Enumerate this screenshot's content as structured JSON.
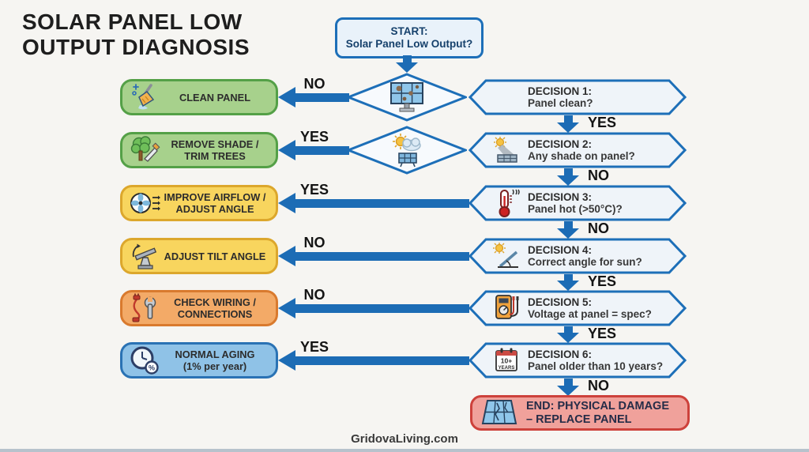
{
  "title": {
    "line1": "SOLAR PANEL LOW",
    "line2": "OUTPUT DIAGNOSIS"
  },
  "start": {
    "line1": "START:",
    "line2": "Solar Panel Low Output?"
  },
  "decisions": [
    {
      "label": "DECISION 1:",
      "question": "Panel clean?",
      "down_label": "YES",
      "icon": ""
    },
    {
      "label": "DECISION 2:",
      "question": "Any shade on panel?",
      "down_label": "NO",
      "icon": "sun-shading-panel-icon"
    },
    {
      "label": "DECISION 3:",
      "question": "Panel hot (>50°C)?",
      "down_label": "NO",
      "icon": "hot-thermometer-icon"
    },
    {
      "label": "DECISION 4:",
      "question": "Correct angle for sun?",
      "down_label": "YES",
      "icon": "sun-angle-icon"
    },
    {
      "label": "DECISION 5:",
      "question": "Voltage at panel = spec?",
      "down_label": "YES",
      "icon": "multimeter-icon"
    },
    {
      "label": "DECISION 6:",
      "question": "Panel older than 10 years?",
      "down_label": "NO",
      "icon": "calendar-10-years-icon",
      "icon_text": {
        "line1": "10+",
        "line2": "YEARS"
      }
    }
  ],
  "diamonds": [
    {
      "icon": "dirty-solar-panel-icon"
    },
    {
      "icon": "sun-cloud-panel-icon"
    }
  ],
  "actions": [
    {
      "line1": "CLEAN PANEL",
      "line2": "",
      "arrow_label": "NO",
      "icon": "broom-icon",
      "fill": "#a7d18c",
      "border": "#54a047"
    },
    {
      "line1": "REMOVE SHADE /",
      "line2": "TRIM TREES",
      "arrow_label": "YES",
      "icon": "tree-saw-icon",
      "fill": "#a7d18c",
      "border": "#54a047"
    },
    {
      "line1": "IMPROVE AIRFLOW /",
      "line2": "ADJUST ANGLE",
      "arrow_label": "YES",
      "icon": "fan-icon",
      "fill": "#f8d55e",
      "border": "#dca72c"
    },
    {
      "line1": "ADJUST TILT ANGLE",
      "line2": "",
      "arrow_label": "NO",
      "icon": "tilt-panel-icon",
      "fill": "#f8d55e",
      "border": "#dca72c"
    },
    {
      "line1": "CHECK WIRING /",
      "line2": "CONNECTIONS",
      "arrow_label": "NO",
      "icon": "plug-wrench-icon",
      "fill": "#f3aa67",
      "border": "#d97a2e"
    },
    {
      "line1": "NORMAL AGING",
      "line2": "(1% per year)",
      "arrow_label": "YES",
      "icon": "clock-percent-icon",
      "fill": "#8fc2e7",
      "border": "#2a72b4"
    }
  ],
  "end": {
    "line1": "END: PHYSICAL DAMAGE",
    "line2": "– REPLACE PANEL",
    "icon": "cracked-panel-icon"
  },
  "clock_badge": "%",
  "footer": {
    "website": "GridovaLiving.com"
  },
  "colors": {
    "background": "#f6f5f2",
    "arrow_blue": "#1c6cb5",
    "node_border_blue": "#1d6fb8",
    "node_fill_light": "#eff4f9",
    "start_text": "#15406b",
    "end_fill": "#f0a19b",
    "end_border": "#cd413b",
    "end_text": "#252c47"
  }
}
